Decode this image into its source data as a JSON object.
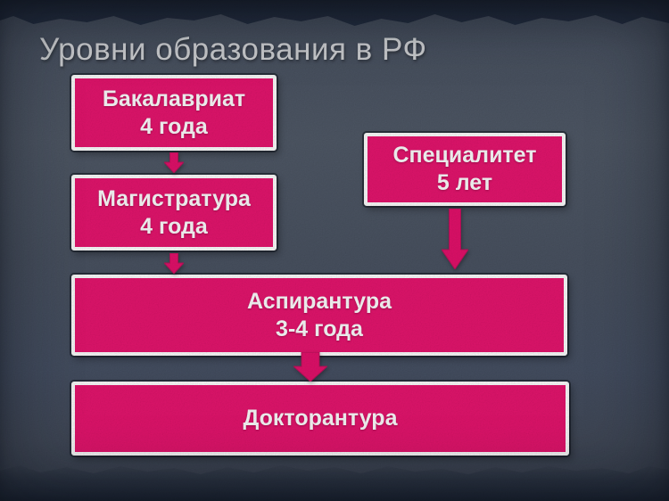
{
  "slide": {
    "title": "Уровни образования в РФ",
    "nodes": [
      {
        "id": "bachelor",
        "label": "Бакалавриат",
        "duration": "4 года"
      },
      {
        "id": "master",
        "label": "Магистратура",
        "duration": "4 года"
      },
      {
        "id": "specialist",
        "label": "Специалитет",
        "duration": "5 лет"
      },
      {
        "id": "postgraduate",
        "label": "Аспирантура",
        "duration": "3-4 года"
      },
      {
        "id": "doctoral",
        "label": "Докторантура",
        "duration": ""
      }
    ],
    "edges": [
      {
        "from": "Бакалавриат",
        "to": "Магистратура"
      },
      {
        "from": "Магистратура",
        "to": "Аспирантура"
      },
      {
        "from": "Специалитет",
        "to": "Аспирантура"
      },
      {
        "from": "Аспирантура",
        "to": "Докторантура"
      }
    ],
    "colors": {
      "background": "#4a5362",
      "top_band": "#1f2735",
      "bottom_band": "#212a39",
      "box_fill": "#e7156f",
      "box_border": "#ffffff",
      "box_text": "#ffffff",
      "arrow": "#e5116c",
      "arrow_outline": "#b9125a",
      "title_text": "#d5d7da"
    }
  }
}
